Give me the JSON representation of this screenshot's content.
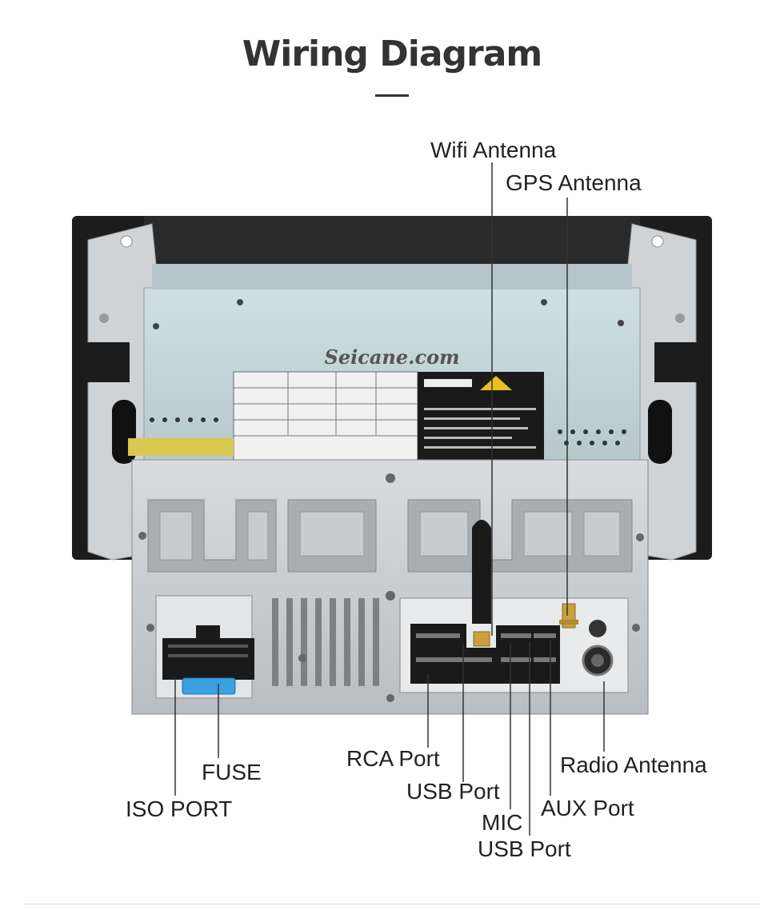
{
  "title": "Wiring Diagram",
  "watermark": "Seicane.com",
  "labels": {
    "wifi_antenna": "Wifi Antenna",
    "gps_antenna": "GPS Antenna",
    "fuse": "FUSE",
    "iso_port": "ISO PORT",
    "rca_port": "RCA Port",
    "usb_port_1": "USB Port",
    "mic": "MIC",
    "usb_port_2": "USB Port",
    "aux_port": "AUX Port",
    "radio_antenna": "Radio Antenna"
  },
  "colors": {
    "title": "#333333",
    "chassis": "#c9cdd1",
    "fuse": "#3aa0e0",
    "antenna": "#222222",
    "gold_connector": "#c8a040"
  }
}
